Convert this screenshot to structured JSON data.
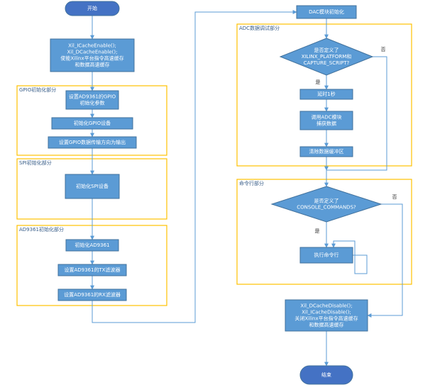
{
  "colors": {
    "node_fill": "#5b9bd5",
    "node_stroke": "#41719c",
    "terminal_fill": "#4472c4",
    "group_stroke": "#ffc000",
    "edge": "#5b9bd5",
    "text": "#ffffff",
    "group_text": "#3a5f8a"
  },
  "groups": [
    {
      "id": "g_gpio",
      "label": "GPIO初始化部分"
    },
    {
      "id": "g_spi",
      "label": "SPI初始化部分"
    },
    {
      "id": "g_ad",
      "label": "AD9361初始化部分"
    },
    {
      "id": "g_adc",
      "label": "ADC数据调试部分"
    },
    {
      "id": "g_cmd",
      "label": "命令行部分"
    }
  ],
  "nodes": [
    {
      "id": "start",
      "shape": "terminal",
      "lines": [
        "开始"
      ]
    },
    {
      "id": "cache_en",
      "shape": "process",
      "lines": [
        "Xil_ICacheEnable();",
        "Xil_DCacheEnable();",
        "使能Xilinx平台指令高速缓存",
        "和数据高速缓存"
      ]
    },
    {
      "id": "gpio_param",
      "shape": "process",
      "lines": [
        "设置AD9361的GPIO",
        "初始化参数"
      ]
    },
    {
      "id": "gpio_init",
      "shape": "process",
      "lines": [
        "初始化GPIO设备"
      ]
    },
    {
      "id": "gpio_dir",
      "shape": "process",
      "lines": [
        "设置GPIO数据传输方向为输出"
      ]
    },
    {
      "id": "spi_init",
      "shape": "process",
      "lines": [
        "初始化SPI设备"
      ]
    },
    {
      "id": "ad_init",
      "shape": "process",
      "lines": [
        "初始化AD9361"
      ]
    },
    {
      "id": "tx_filter",
      "shape": "process",
      "lines": [
        "设置AD9361的TX滤波器"
      ]
    },
    {
      "id": "rx_filter",
      "shape": "process",
      "lines": [
        "设置AD9361的RX滤波器"
      ]
    },
    {
      "id": "dac_init",
      "shape": "process",
      "lines": [
        "DAC模块初始化"
      ]
    },
    {
      "id": "dec1",
      "shape": "decision",
      "lines": [
        "是否定义了",
        "XILINX_PLATFORM和",
        "CAPTURE_SCRIPT?"
      ]
    },
    {
      "id": "delay",
      "shape": "process",
      "lines": [
        "延时1秒"
      ]
    },
    {
      "id": "adc_capture",
      "shape": "process",
      "lines": [
        "调用ADC模块",
        "捕获数据"
      ]
    },
    {
      "id": "clear_buf",
      "shape": "process",
      "lines": [
        "清除数据缓冲区"
      ]
    },
    {
      "id": "dec2",
      "shape": "decision",
      "lines": [
        "是否定义了",
        "CONSOLE_COMMANDS?"
      ]
    },
    {
      "id": "exec_cmd",
      "shape": "process",
      "lines": [
        "执行命令行"
      ]
    },
    {
      "id": "cache_dis",
      "shape": "process",
      "lines": [
        "Xil_DCacheDisable();",
        "Xil_ICacheDisable();",
        "关闭Xilinx平台指令高速缓存",
        "和数据高速缓存"
      ]
    },
    {
      "id": "end",
      "shape": "terminal",
      "lines": [
        "结束"
      ]
    }
  ],
  "edges": [
    {
      "id": "e1",
      "from": "start",
      "to": "cache_en",
      "label": ""
    },
    {
      "id": "e2",
      "from": "cache_en",
      "to": "gpio_param",
      "label": ""
    },
    {
      "id": "e3",
      "from": "gpio_param",
      "to": "gpio_init",
      "label": ""
    },
    {
      "id": "e4",
      "from": "gpio_init",
      "to": "gpio_dir",
      "label": ""
    },
    {
      "id": "e5",
      "from": "gpio_dir",
      "to": "spi_init",
      "label": ""
    },
    {
      "id": "e6",
      "from": "spi_init",
      "to": "ad_init",
      "label": ""
    },
    {
      "id": "e7",
      "from": "ad_init",
      "to": "tx_filter",
      "label": ""
    },
    {
      "id": "e8",
      "from": "tx_filter",
      "to": "rx_filter",
      "label": ""
    },
    {
      "id": "e9",
      "from": "rx_filter",
      "to": "dac_init",
      "label": ""
    },
    {
      "id": "e10",
      "from": "dac_init",
      "to": "dec1",
      "label": ""
    },
    {
      "id": "e11",
      "from": "dec1",
      "to": "delay",
      "label": "是"
    },
    {
      "id": "e12",
      "from": "dec1",
      "to": "dec2",
      "label": "否"
    },
    {
      "id": "e13",
      "from": "delay",
      "to": "adc_capture",
      "label": ""
    },
    {
      "id": "e14",
      "from": "adc_capture",
      "to": "clear_buf",
      "label": ""
    },
    {
      "id": "e15",
      "from": "clear_buf",
      "to": "dec2",
      "label": ""
    },
    {
      "id": "e16",
      "from": "dec2",
      "to": "exec_cmd",
      "label": "是"
    },
    {
      "id": "e17",
      "from": "exec_cmd",
      "to": "exec_cmd",
      "label": ""
    },
    {
      "id": "e18",
      "from": "dec2",
      "to": "cache_dis",
      "label": "否"
    },
    {
      "id": "e19",
      "from": "cache_dis",
      "to": "end",
      "label": ""
    }
  ]
}
